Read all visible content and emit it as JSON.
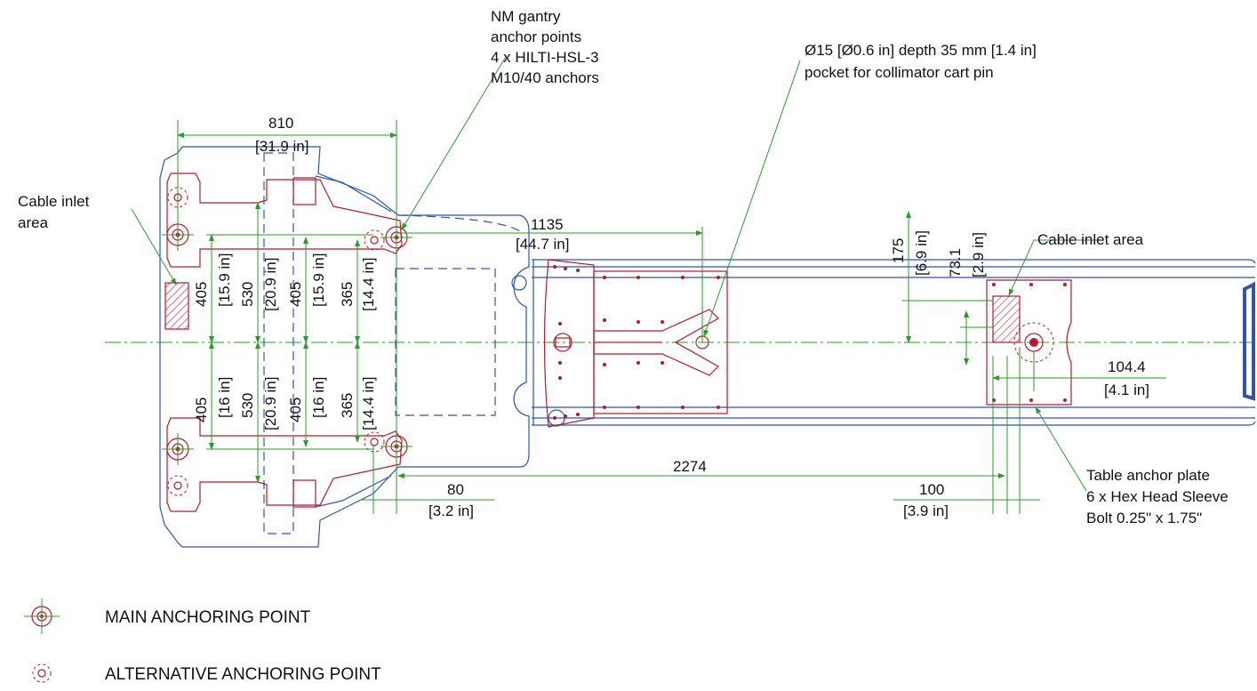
{
  "callouts": {
    "gantry": [
      "NM gantry",
      "anchor points",
      "4 x HILTI-HSL-3",
      "M10/40 anchors"
    ],
    "pocket": [
      "Ø15 [Ø0.6 in] depth 35 mm [1.4 in]",
      "pocket for collimator cart pin"
    ],
    "cable_left": [
      "Cable inlet",
      "area"
    ],
    "cable_right": "Cable inlet area",
    "table_plate": [
      "Table anchor plate",
      "6 x Hex Head Sleeve",
      "Bolt 0.25\" x 1.75\""
    ]
  },
  "dimensions": {
    "d810": "810",
    "d810_in": "[31.9 in]",
    "d1135": "1135",
    "d1135_in": "[44.7 in]",
    "d2274": "2274",
    "d80": "80",
    "d80_in": "[3.2 in]",
    "d100": "100",
    "d100_in": "[3.9 in]",
    "d104": "104.4",
    "d104_in": "[4.1 in]",
    "v405a": "405",
    "v159a": "[15.9 in]",
    "v530a": "530",
    "v209a": "[20.9 in]",
    "v405b": "405",
    "v159b": "[15.9 in]",
    "v365a": "365",
    "v144a": "[14.4 in]",
    "v405c": "405",
    "v16a": "[16 in]",
    "v530b": "530",
    "v209b": "[20.9 in]",
    "v405d": "405",
    "v16b": "[16 in]",
    "v365b": "365",
    "v144b": "[14.4 in]",
    "v175": "175",
    "v69": "[6.9 in]",
    "v731": "73.1",
    "v29": "[2.9 in]"
  },
  "legend": {
    "main": "MAIN ANCHORING POINT",
    "alt": "ALTERNATIVE ANCHORING POINT"
  },
  "colors": {
    "outline": "#2f55a8",
    "structure": "#b01c2e",
    "dimension": "#2a9a2a"
  }
}
